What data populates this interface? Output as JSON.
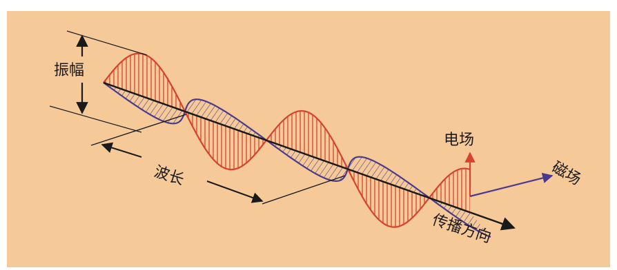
{
  "labels": {
    "amplitude": "振幅",
    "wavelength": "波长",
    "electric_field": "电场",
    "magnetic_field": "磁场",
    "propagation_direction": "传播方向"
  },
  "colors": {
    "background": "#f6c998",
    "electric_wave": "#d5432e",
    "magnetic_wave": "#4b3a8c",
    "axis": "#1a1a1a"
  }
}
